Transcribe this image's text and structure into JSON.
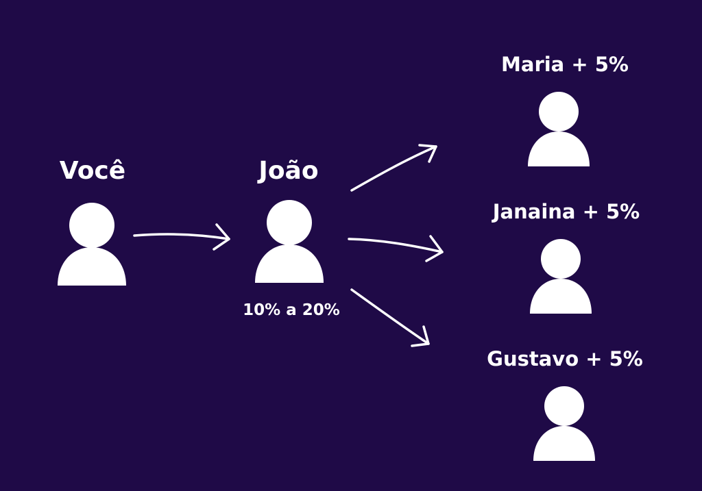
{
  "colors": {
    "background": "#1f0a47",
    "foreground": "#ffffff"
  },
  "nodes": {
    "voce": {
      "label": "Você",
      "icon": "person-icon"
    },
    "joao": {
      "label": "João",
      "sublabel": "10% a 20%",
      "icon": "person-icon"
    },
    "maria": {
      "label": "Maria + 5%",
      "icon": "person-icon"
    },
    "janaina": {
      "label": "Janaina + 5%",
      "icon": "person-icon"
    },
    "gustavo": {
      "label": "Gustavo + 5%",
      "icon": "person-icon"
    }
  },
  "edges": [
    {
      "from": "voce",
      "to": "joao"
    },
    {
      "from": "joao",
      "to": "maria"
    },
    {
      "from": "joao",
      "to": "janaina"
    },
    {
      "from": "joao",
      "to": "gustavo"
    }
  ]
}
